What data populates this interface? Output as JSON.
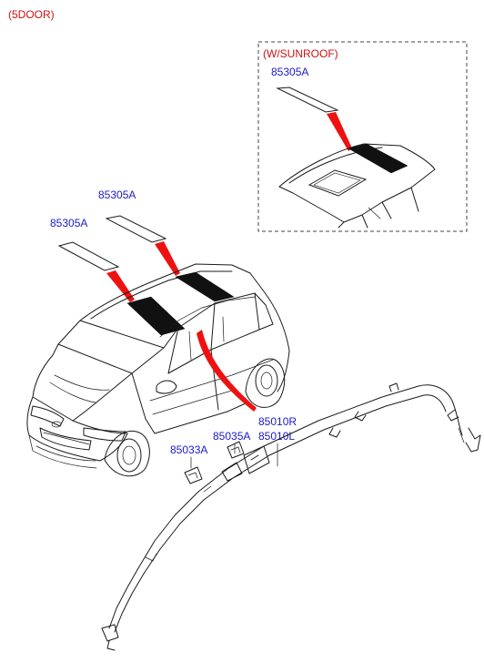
{
  "header": {
    "body_type": "(5DOOR)"
  },
  "inset": {
    "title": "(W/SUNROOF)",
    "part_label": "85305A"
  },
  "callouts": {
    "pad_rear": "85305A",
    "pad_front": "85305A",
    "airbag_r": "85010R",
    "airbag_l": "85010L",
    "bracket_upper": "85035A",
    "bracket_lower": "85033A"
  },
  "colors": {
    "label": "#1a1acc",
    "header": "#cc1111",
    "pointer": "#ee1111",
    "line": "#1a1a1a"
  }
}
